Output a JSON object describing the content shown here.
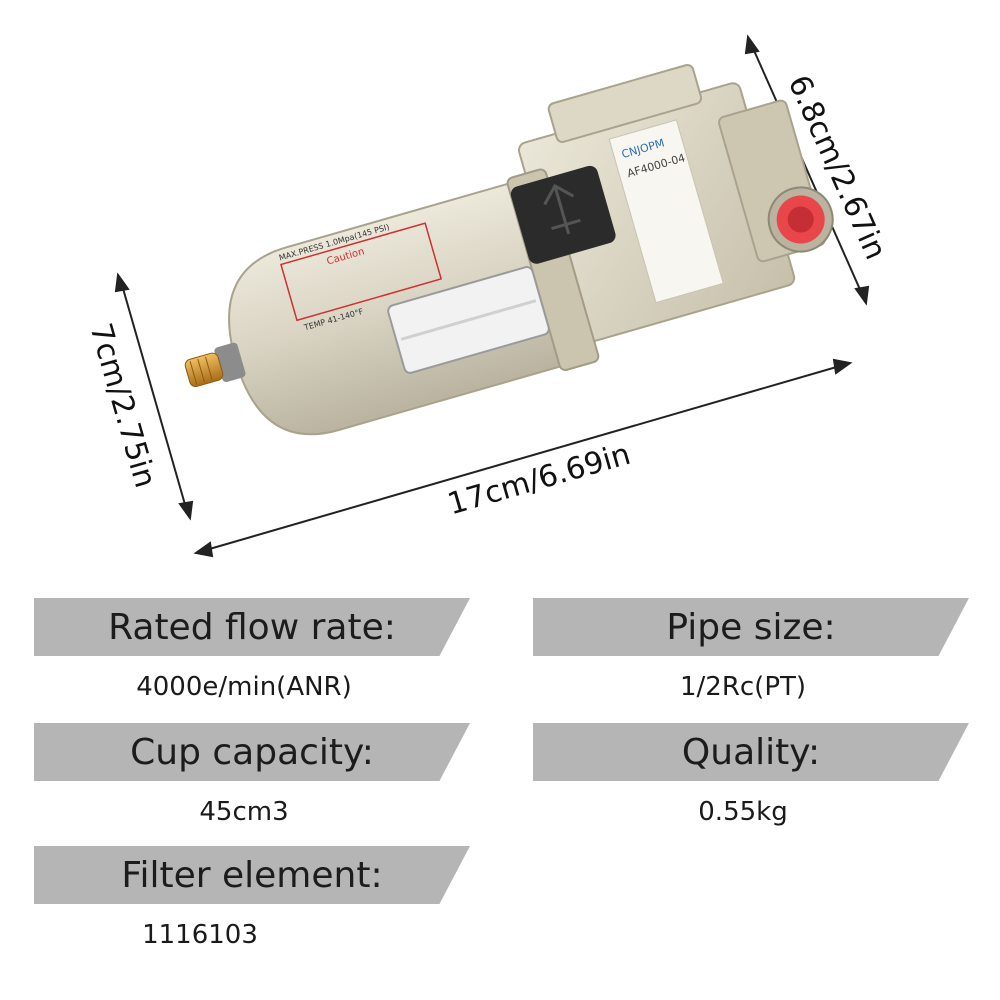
{
  "dimensions": {
    "height_label": "7cm/2.75in",
    "length_label": "17cm/6.69in",
    "depth_label": "6.8cm/2.67in"
  },
  "product": {
    "brand": "CNJOPM",
    "model": "AF4000-04",
    "bowl_text": {
      "caution_title": "Caution",
      "max_press": "MAX.PRESS 1.0Mpa(145 PSI)",
      "temp": "TEMP 41-140°F"
    },
    "colors": {
      "body": "#d8d3c2",
      "port": "#e8464a",
      "drain": "#c8922e",
      "caution_text": "#d03030"
    }
  },
  "specs": [
    {
      "label": "Rated flow rate:",
      "value": "4000e/min(ANR)"
    },
    {
      "label": "Pipe size:",
      "value": "1/2Rc(PT)"
    },
    {
      "label": "Cup capacity:",
      "value": "45cm3"
    },
    {
      "label": "Quality:",
      "value": "0.55kg"
    },
    {
      "label": "Filter element:",
      "value": "1116103"
    }
  ]
}
